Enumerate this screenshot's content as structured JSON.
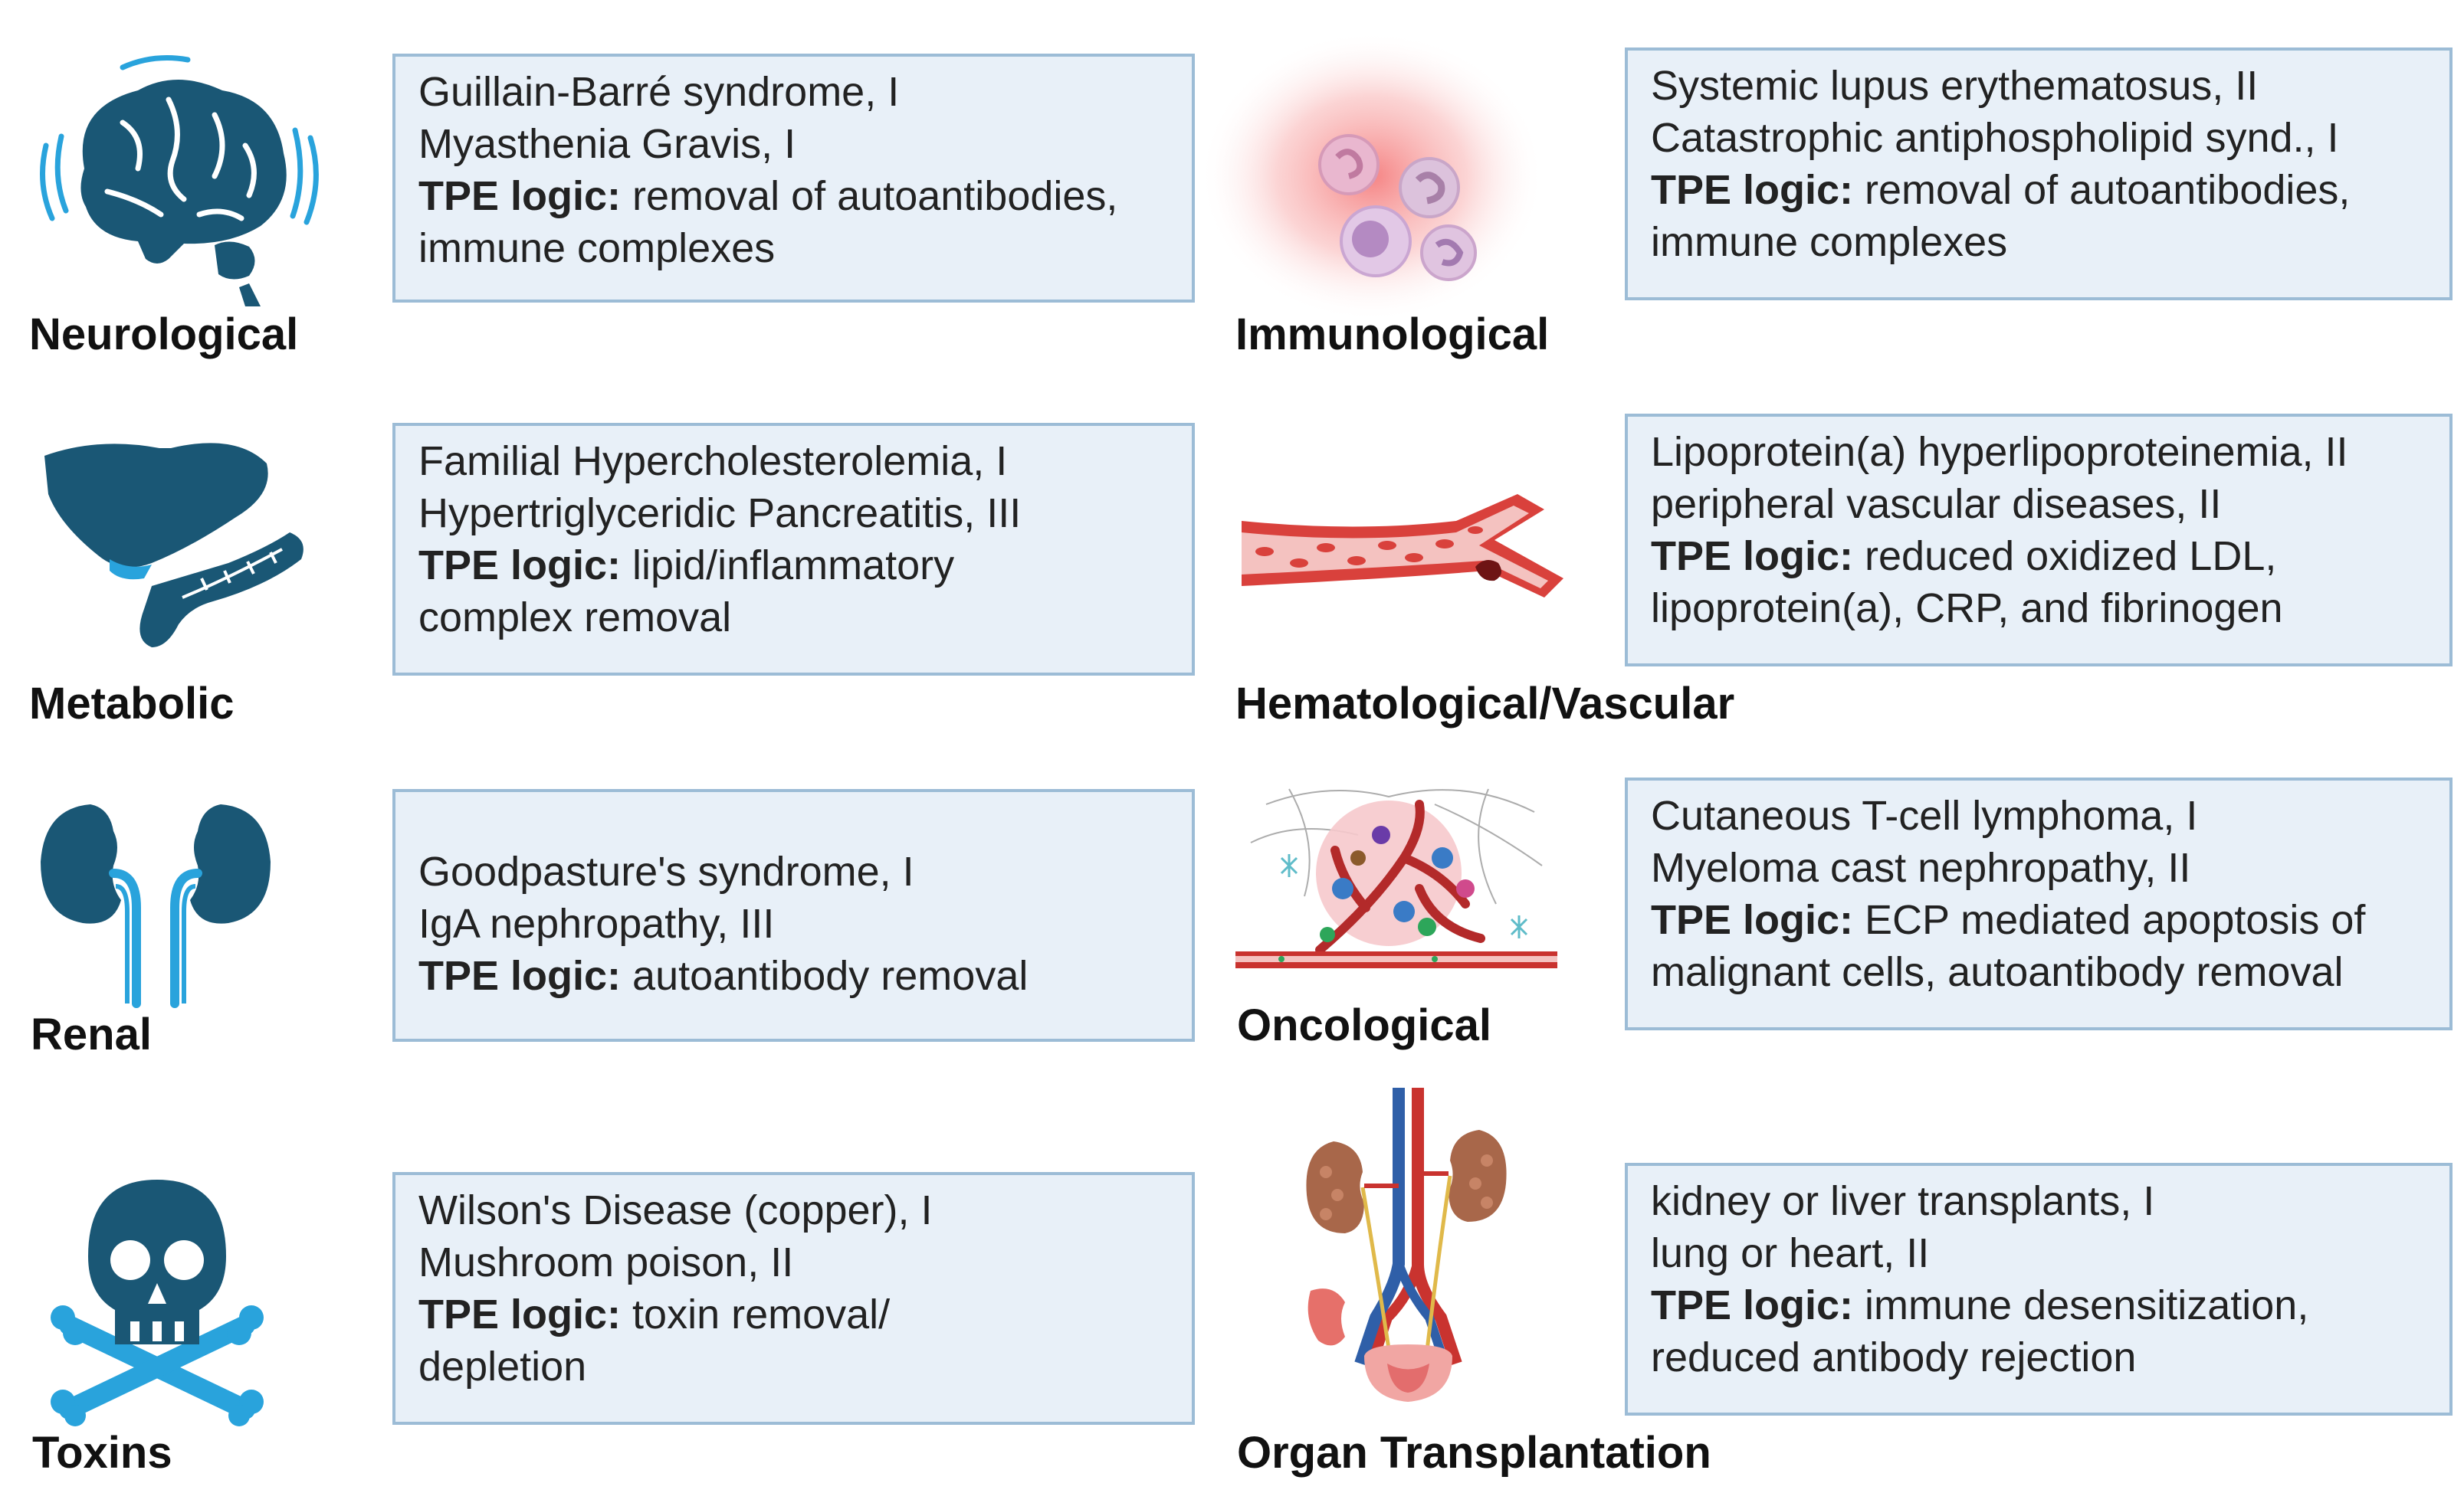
{
  "colors": {
    "icon": "#1a5775",
    "accent_blue": "#29a3dc",
    "box_bg": "#e8f0f8",
    "box_border": "#9cbcd6",
    "vessel_red": "#c9332f"
  },
  "logic_prefix": "TPE logic:",
  "categories": [
    {
      "label": "Neurological",
      "icon": "brain-icon",
      "lines": [
        "Guillain-Barré syndrome, I",
        "Myasthenia Gravis, I"
      ],
      "logic": [
        "removal of autoantibodies,",
        "immune complexes"
      ]
    },
    {
      "label": "Immunological",
      "icon": "immune-cells-icon",
      "lines": [
        "Systemic lupus erythematosus, II",
        "Catastrophic antiphospholipid synd., I"
      ],
      "logic": [
        "removal of autoantibodies,",
        "immune complexes"
      ]
    },
    {
      "label": "Metabolic",
      "icon": "liver-pancreas-icon",
      "lines": [
        "Familial Hypercholesterolemia, I",
        "Hypertriglyceridic Pancreatitis, III"
      ],
      "logic": [
        "lipid/inflammatory",
        "complex removal"
      ]
    },
    {
      "label": "Hematological/Vascular",
      "icon": "blood-vessel-icon",
      "lines": [
        "Lipoprotein(a) hyperlipoproteinemia, II",
        "peripheral vascular diseases, II"
      ],
      "logic": [
        "reduced oxidized LDL,",
        "lipoprotein(a), CRP, and fibrinogen"
      ]
    },
    {
      "label": "Renal",
      "icon": "kidneys-icon",
      "lines": [
        "Goodpasture's syndrome, I",
        "IgA nephropathy, III"
      ],
      "logic": [
        "autoantibody removal"
      ]
    },
    {
      "label": "Oncological",
      "icon": "tumor-icon",
      "lines": [
        "Cutaneous T-cell lymphoma, I",
        "Myeloma cast nephropathy, II"
      ],
      "logic": [
        "ECP mediated apoptosis of",
        "malignant cells, autoantibody removal"
      ]
    },
    {
      "label": "Toxins",
      "icon": "skull-crossbones-icon",
      "lines": [
        "Wilson's Disease (copper), I",
        "Mushroom poison, II"
      ],
      "logic": [
        "toxin removal/",
        "depletion"
      ]
    },
    {
      "label": "Organ Transplantation",
      "icon": "urinary-organs-icon",
      "lines": [
        "kidney or liver transplants, I",
        "lung or heart, II"
      ],
      "logic": [
        "immune desensitization,",
        "reduced antibody rejection"
      ]
    }
  ]
}
